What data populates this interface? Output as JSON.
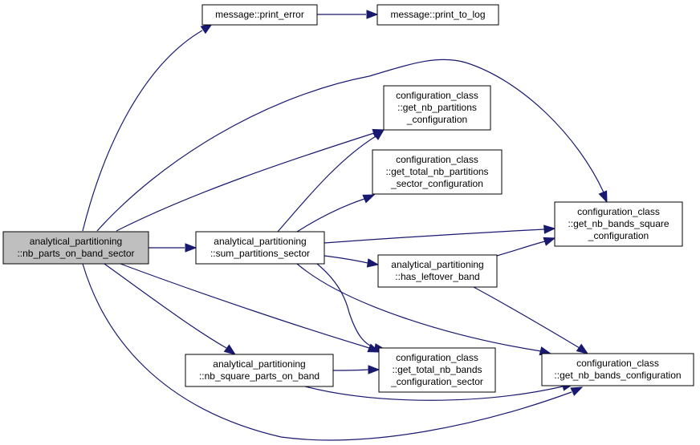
{
  "colors": {
    "edge": "#191970",
    "node_fill": "#ffffff",
    "highlight_fill": "#bfbfbf",
    "node_border": "#000000"
  },
  "nodes": [
    {
      "id": "nb_parts_on_band_sector",
      "lines": [
        "analytical_partitioning",
        "::nb_parts_on_band_sector"
      ],
      "highlighted": true
    },
    {
      "id": "print_error",
      "lines": [
        "message::print_error"
      ]
    },
    {
      "id": "print_to_log",
      "lines": [
        "message::print_to_log"
      ]
    },
    {
      "id": "get_nb_partitions_configuration",
      "lines": [
        "configuration_class",
        "::get_nb_partitions",
        "_configuration"
      ]
    },
    {
      "id": "get_total_nb_partitions_sector_configuration",
      "lines": [
        "configuration_class",
        "::get_total_nb_partitions",
        "_sector_configuration"
      ]
    },
    {
      "id": "get_nb_bands_square_configuration",
      "lines": [
        "configuration_class",
        "::get_nb_bands_square",
        "_configuration"
      ]
    },
    {
      "id": "sum_partitions_sector",
      "lines": [
        "analytical_partitioning",
        "::sum_partitions_sector"
      ]
    },
    {
      "id": "has_leftover_band",
      "lines": [
        "analytical_partitioning",
        "::has_leftover_band"
      ]
    },
    {
      "id": "nb_square_parts_on_band",
      "lines": [
        "analytical_partitioning",
        "::nb_square_parts_on_band"
      ]
    },
    {
      "id": "get_total_nb_bands_configuration_sector",
      "lines": [
        "configuration_class",
        "::get_total_nb_bands",
        "_configuration_sector"
      ]
    },
    {
      "id": "get_nb_bands_configuration",
      "lines": [
        "configuration_class",
        "::get_nb_bands_configuration"
      ]
    }
  ],
  "edges": [
    {
      "from": "nb_parts_on_band_sector",
      "to": "print_error"
    },
    {
      "from": "print_error",
      "to": "print_to_log"
    },
    {
      "from": "nb_parts_on_band_sector",
      "to": "get_nb_partitions_configuration"
    },
    {
      "from": "nb_parts_on_band_sector",
      "to": "get_nb_bands_square_configuration"
    },
    {
      "from": "nb_parts_on_band_sector",
      "to": "sum_partitions_sector"
    },
    {
      "from": "nb_parts_on_band_sector",
      "to": "nb_square_parts_on_band"
    },
    {
      "from": "nb_parts_on_band_sector",
      "to": "get_total_nb_bands_configuration_sector"
    },
    {
      "from": "nb_parts_on_band_sector",
      "to": "get_nb_bands_configuration"
    },
    {
      "from": "sum_partitions_sector",
      "to": "get_nb_partitions_configuration"
    },
    {
      "from": "sum_partitions_sector",
      "to": "get_total_nb_partitions_sector_configuration"
    },
    {
      "from": "sum_partitions_sector",
      "to": "get_nb_bands_square_configuration"
    },
    {
      "from": "sum_partitions_sector",
      "to": "has_leftover_band"
    },
    {
      "from": "sum_partitions_sector",
      "to": "get_total_nb_bands_configuration_sector"
    },
    {
      "from": "sum_partitions_sector",
      "to": "get_nb_bands_configuration"
    },
    {
      "from": "has_leftover_band",
      "to": "get_nb_bands_square_configuration"
    },
    {
      "from": "has_leftover_band",
      "to": "get_nb_bands_configuration"
    },
    {
      "from": "nb_square_parts_on_band",
      "to": "get_total_nb_bands_configuration_sector"
    },
    {
      "from": "nb_square_parts_on_band",
      "to": "get_nb_bands_configuration"
    }
  ]
}
